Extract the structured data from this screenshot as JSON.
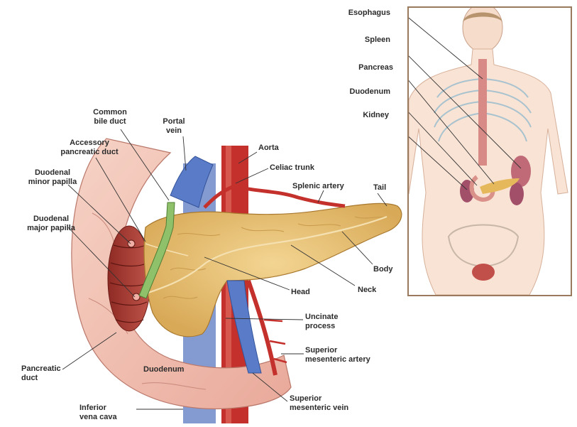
{
  "labels": {
    "esophagus": "Esophagus",
    "spleen": "Spleen",
    "pancreas": "Pancreas",
    "duodenum_inset": "Duodenum",
    "kidney": "Kidney",
    "common_bile_duct": "Common\nbile duct",
    "portal_vein": "Portal\nvein",
    "accessory_pancreatic_duct": "Accessory\npancreatic duct",
    "duodenal_minor_papilla": "Duodenal\nminor papilla",
    "duodenal_major_papilla": "Duodenal\nmajor papilla",
    "aorta": "Aorta",
    "celiac_trunk": "Celiac trunk",
    "splenic_artery": "Splenic artery",
    "tail": "Tail",
    "body": "Body",
    "neck": "Neck",
    "head": "Head",
    "uncinate_process": "Uncinate\nprocess",
    "superior_mesenteric_artery": "Superior\nmesenteric artery",
    "pancreatic_duct": "Pancreatic\nduct",
    "duodenum_main": "Duodenum",
    "superior_mesenteric_vein": "Superior\nmesenteric vein",
    "inferior_vena_cava": "Inferior\nvena cava"
  },
  "colors": {
    "pancreas": "#e8c27a",
    "duodenum": "#f2c2b4",
    "artery": "#c4302b",
    "vein": "#5a7cc8",
    "bile_duct": "#8fc06a",
    "frame": "#9a7a5c"
  }
}
